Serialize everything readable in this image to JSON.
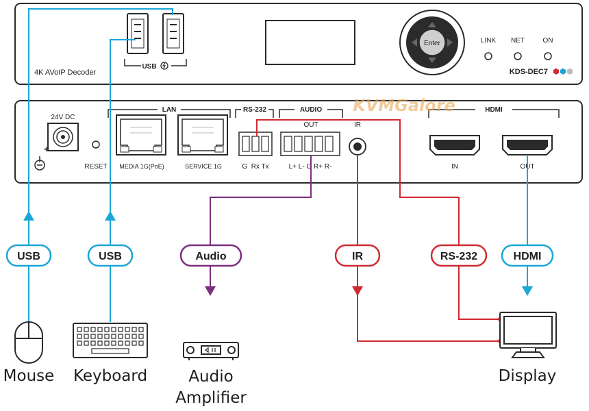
{
  "front_panel": {
    "device_caption": "4K AVoIP Decoder",
    "usb_group_label": "USB",
    "enter_label": "Enter",
    "leds": [
      "LINK",
      "NET",
      "ON"
    ],
    "model": "KDS-DEC7"
  },
  "rear_panel": {
    "power_label": "24V DC",
    "reset_label": "RESET",
    "lan_label": "LAN",
    "media_port_label": "MEDIA 1G(PoE)",
    "service_port_label": "SERVICE 1G",
    "rs232_group_label": "RS-232",
    "rs232_pins": "G  Rx Tx",
    "audio_group_label": "AUDIO",
    "audio_out_label": "OUT",
    "audio_pins": "L+  L-  G  R+  R-",
    "ir_label": "IR",
    "hdmi_group_label": "HDMI",
    "hdmi_in_label": "IN",
    "hdmi_out_label": "OUT"
  },
  "watermark": "KVMGalore",
  "connections": {
    "usb_mouse": "USB",
    "usb_keyboard": "USB",
    "audio": "Audio",
    "ir": "IR",
    "rs232": "RS-232",
    "hdmi": "HDMI"
  },
  "devices": {
    "mouse": "Mouse",
    "keyboard": "Keyboard",
    "amplifier_line1": "Audio",
    "amplifier_line2": "Amplifier",
    "display": "Display"
  },
  "colors": {
    "usb": "#1aa6d6",
    "audio": "#7b2d7e",
    "ir": "#d02a32",
    "rs232": "#d02a32",
    "hdmi": "#1aa6d6",
    "panel_outline": "#2a2a2a",
    "model_dots": [
      "#d02a32",
      "#1aa6d6",
      "#bbbbbb"
    ]
  }
}
